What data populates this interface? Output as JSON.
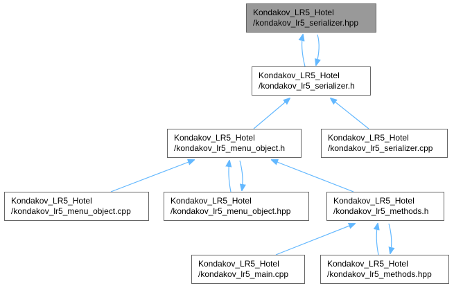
{
  "colors": {
    "edge": "#63b8ff",
    "current_fill": "#999999",
    "border": "#666666"
  },
  "nodes": {
    "serializer_hpp": {
      "line1": "Kondakov_LR5_Hotel",
      "line2": "/kondakov_lr5_serializer.hpp",
      "current": true
    },
    "serializer_h": {
      "line1": "Kondakov_LR5_Hotel",
      "line2": "/kondakov_lr5_serializer.h"
    },
    "menu_object_h": {
      "line1": "Kondakov_LR5_Hotel",
      "line2": "/kondakov_lr5_menu_object.h"
    },
    "serializer_cpp": {
      "line1": "Kondakov_LR5_Hotel",
      "line2": "/kondakov_lr5_serializer.cpp"
    },
    "menu_object_cpp": {
      "line1": "Kondakov_LR5_Hotel",
      "line2": "/kondakov_lr5_menu_object.cpp"
    },
    "menu_object_hpp": {
      "line1": "Kondakov_LR5_Hotel",
      "line2": "/kondakov_lr5_menu_object.hpp"
    },
    "methods_h": {
      "line1": "Kondakov_LR5_Hotel",
      "line2": "/kondakov_lr5_methods.h"
    },
    "main_cpp": {
      "line1": "Kondakov_LR5_Hotel",
      "line2": "/kondakov_lr5_main.cpp"
    },
    "methods_hpp": {
      "line1": "Kondakov_LR5_Hotel",
      "line2": "/kondakov_lr5_methods.hpp"
    }
  },
  "edges": [
    {
      "from": "serializer_h",
      "to": "serializer_hpp"
    },
    {
      "from": "serializer_hpp",
      "to": "serializer_h"
    },
    {
      "from": "menu_object_h",
      "to": "serializer_h"
    },
    {
      "from": "serializer_cpp",
      "to": "serializer_h"
    },
    {
      "from": "menu_object_cpp",
      "to": "menu_object_h"
    },
    {
      "from": "menu_object_hpp",
      "to": "menu_object_h"
    },
    {
      "from": "menu_object_h",
      "to": "menu_object_hpp"
    },
    {
      "from": "methods_h",
      "to": "menu_object_h"
    },
    {
      "from": "main_cpp",
      "to": "methods_h"
    },
    {
      "from": "methods_hpp",
      "to": "methods_h"
    },
    {
      "from": "methods_h",
      "to": "methods_hpp"
    }
  ]
}
